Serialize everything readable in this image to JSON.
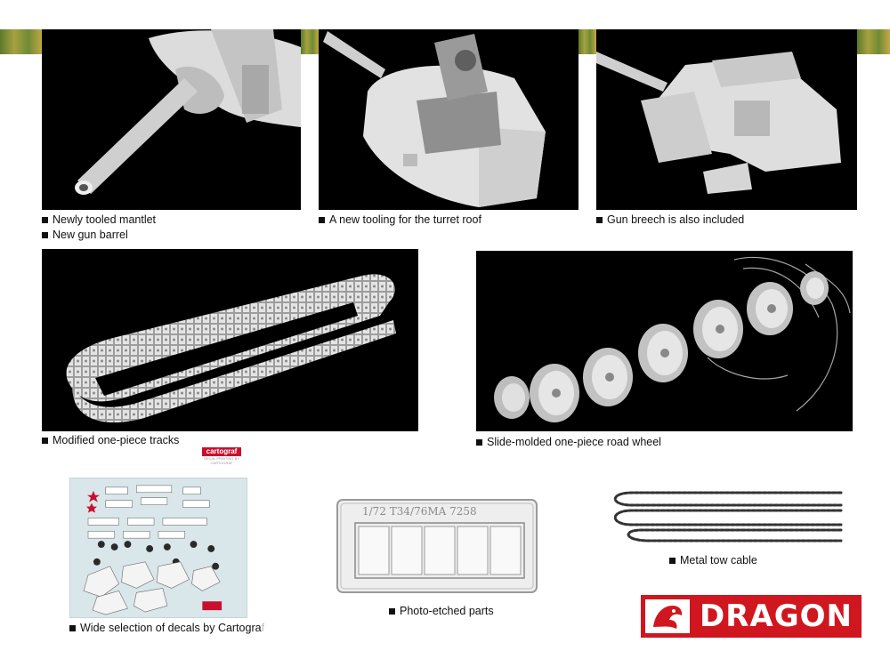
{
  "photos": {
    "mantlet": {
      "captions": [
        "Newly tooled mantlet",
        "New gun barrel"
      ]
    },
    "turret_roof": {
      "captions": [
        "A new tooling for the turret roof"
      ]
    },
    "gun_breech": {
      "captions": [
        "Gun breech is also included"
      ]
    },
    "tracks": {
      "captions": [
        "Modified one-piece tracks"
      ]
    },
    "road_wheels": {
      "captions": [
        "Slide-molded one-piece road wheel"
      ]
    }
  },
  "accessories": {
    "decals": {
      "caption_main": "Wide selection of decals by Cartogra",
      "caption_tail": "f",
      "logo_text": "cartograf",
      "logo_subtext": "DECAL PRINTING BY CARTOGRAF"
    },
    "photo_etch": {
      "caption": "Photo-etched parts",
      "fret_text": "1/72 T34/76MA 7258"
    },
    "tow_cable": {
      "caption": "Metal tow cable"
    }
  },
  "brand": {
    "name": "DRAGON",
    "color": "#d0161e"
  },
  "colors": {
    "photo_background": "#000000",
    "decal_sheet": "#d9e6ea",
    "decal_red": "#c8102e"
  }
}
